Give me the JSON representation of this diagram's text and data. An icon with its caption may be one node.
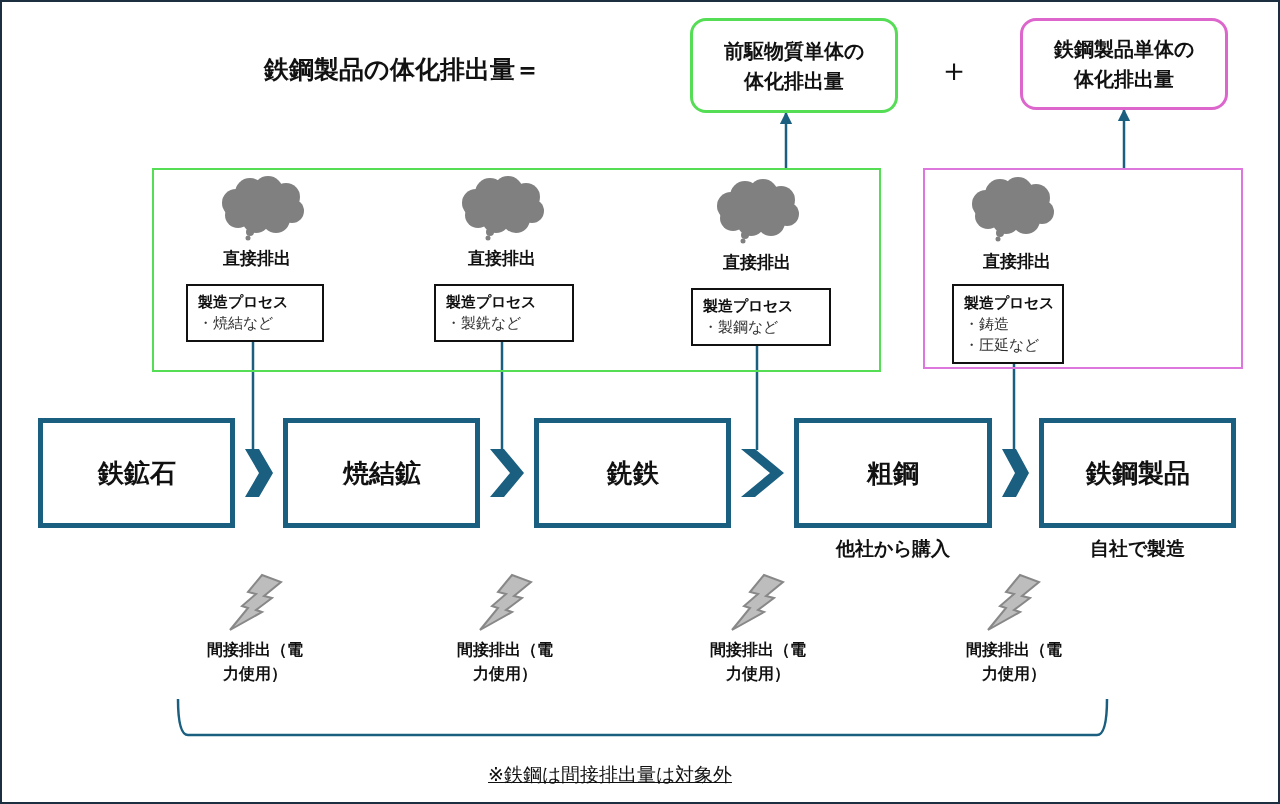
{
  "diagram": {
    "caption": "※鉄鋼は間接排出量は対象外",
    "nodes": [
      {
        "text": [
          "前駆物質単体の体化排出量"
        ]
      },
      {
        "text": [
          "鉄鋼製品単体の体化排出量"
        ]
      },
      {
        "text": [],
        "shape": "box"
      },
      {
        "text": [],
        "shape": "box"
      },
      {
        "text": [
          "製造プロセス",
          "・焼結など"
        ],
        "in": 2
      },
      {
        "text": [
          "製造プロセス",
          "・製銑など"
        ],
        "in": 2
      },
      {
        "text": [
          "製造プロセス",
          "・製鋼など"
        ],
        "in": 2
      },
      {
        "text": [
          "製造プロセス",
          "・鋳造",
          "・圧延など"
        ],
        "in": 3
      },
      {
        "text": [
          "鉄鉱石"
        ]
      },
      {
        "text": [
          "焼結鉱"
        ]
      },
      {
        "text": [
          "銑鉄"
        ]
      },
      {
        "text": [
          "粗鋼"
        ],
        "beside": [
          "他社から購入"
        ]
      },
      {
        "text": [
          "鉄鋼製品"
        ],
        "beside": [
          "自社で製造"
        ]
      }
    ],
    "edges": [
      {
        "from": 2,
        "to": 0,
        "arrow": "to"
      },
      {
        "from": 3,
        "to": 1,
        "arrow": "to"
      },
      {
        "from": 8,
        "to": 9,
        "arrow": "to"
      },
      {
        "from": 9,
        "to": 10,
        "arrow": "to"
      },
      {
        "from": 10,
        "to": 11,
        "arrow": "to"
      },
      {
        "from": 11,
        "to": 12,
        "arrow": "to"
      },
      {
        "from": 4,
        "to": null,
        "arrow": "none"
      },
      {
        "from": 5,
        "to": null,
        "arrow": "none"
      },
      {
        "from": 6,
        "to": null,
        "arrow": "none"
      },
      {
        "from": 7,
        "to": null,
        "arrow": "none"
      }
    ],
    "labels": [
      "鉄鋼製品の体化排出量＝",
      "＋",
      "直接排出",
      "直接排出",
      "直接排出",
      "直接排出",
      "間接排出（電力使用）",
      "間接排出（電力使用）",
      "間接排出（電力使用）",
      "間接排出（電力使用）"
    ]
  }
}
